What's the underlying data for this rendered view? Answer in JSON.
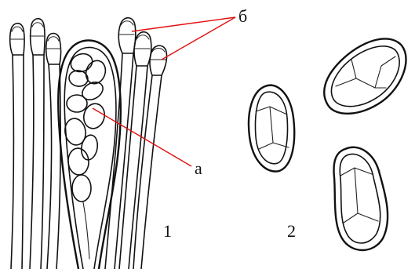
{
  "figure": {
    "labels": {
      "ascus_pointer": "а",
      "paraphyses_pointer": "б",
      "panel_1": "1",
      "panel_2": "2"
    },
    "colors": {
      "ink": "#111111",
      "leader_lines": "#e01010",
      "background": "#ffffff"
    }
  }
}
